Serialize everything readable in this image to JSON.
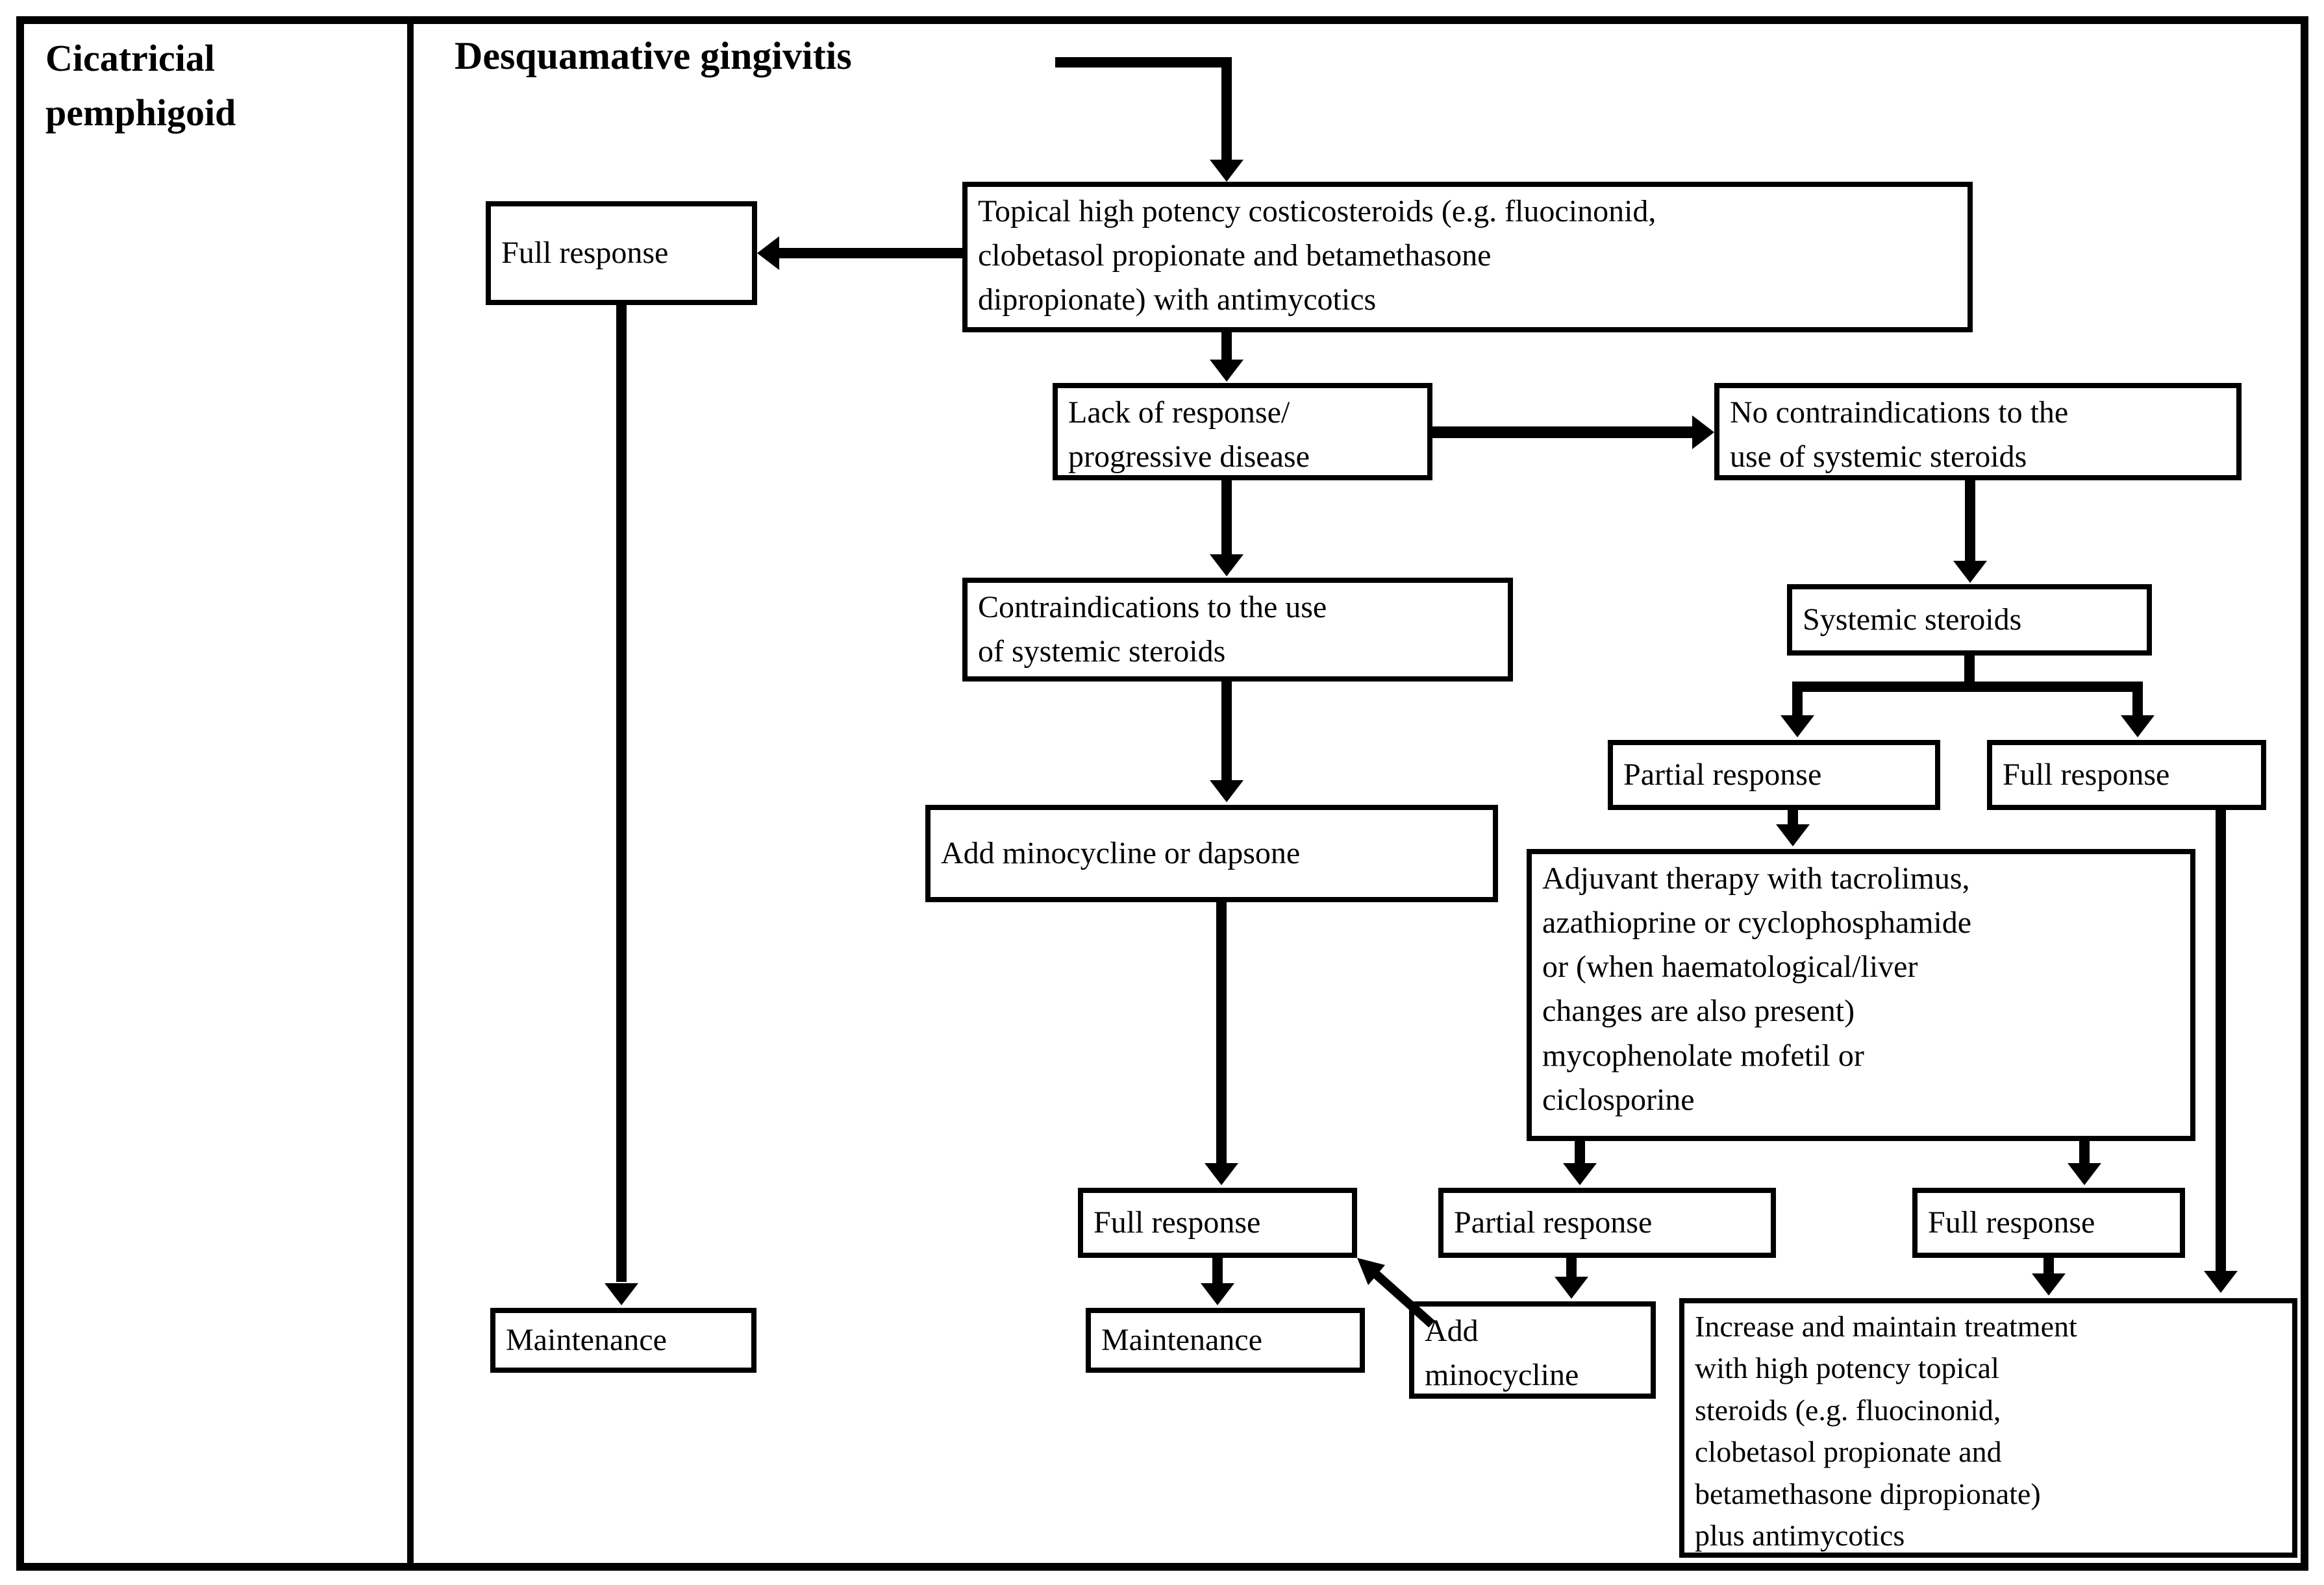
{
  "figure": {
    "row_label": "Cicatricial pemphigoid",
    "title": "Desquamative gingivitis"
  },
  "nodes": {
    "topical_steroids": "Topical high potency costicosteroids (e.g. fluocinonid,\nclobetasol propionate and betamethasone\ndipropionate) with antimycotics",
    "full_response_topical": "Full response",
    "maintenance_left": "Maintenance",
    "lack_of_response": "Lack of response/\nprogressive disease",
    "no_contraindications": "No contraindications to the\nuse of systemic steroids",
    "contraindications": "Contraindications to the use\nof systemic steroids",
    "systemic_steroids": "Systemic steroids",
    "partial_response_systemic": "Partial response",
    "full_response_systemic": "Full response",
    "add_minocycline_or_dapsone": "Add minocycline or dapsone",
    "adjuvant_therapy": "Adjuvant therapy with tacrolimus,\nazathioprine or cyclophosphamide\nor (when haematological/liver\nchanges are also present)\nmycophenolate mofetil or\nciclosporine",
    "full_response_dapsone": "Full response",
    "maintenance_center": "Maintenance",
    "partial_response_adjuvant": "Partial response",
    "add_minocycline": "Add\nminocycline",
    "full_response_adjuvant": "Full response",
    "increase_and_maintain": "Increase and maintain treatment\nwith high potency topical\nsteroids (e.g. fluocinonid,\nclobetasol propionate and\nbetamethasone dipropionate)\nplus antimycotics"
  },
  "colors": {
    "line": "#000000",
    "background": "#ffffff",
    "text": "#000000"
  }
}
